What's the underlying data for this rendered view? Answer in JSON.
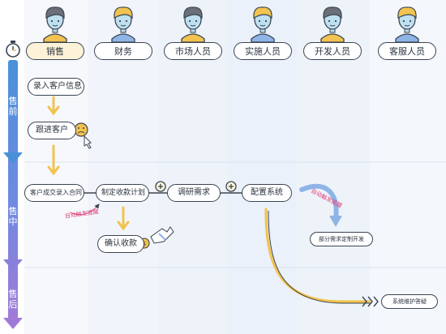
{
  "roles": [
    {
      "name": "销售",
      "hair_color": "#6a6f78"
    },
    {
      "name": "财务",
      "hair_color": "#f2c350"
    },
    {
      "name": "市场人员",
      "hair_color": "#6a6f78"
    },
    {
      "name": "实施人员",
      "hair_color": "#f2c350"
    },
    {
      "name": "开发人员",
      "hair_color": "#6a6f78"
    },
    {
      "name": "客服人员",
      "hair_color": "#f2c350"
    }
  ],
  "phases": [
    {
      "label": "售前"
    },
    {
      "label": "售中"
    },
    {
      "label": "售后"
    }
  ],
  "nodes": {
    "record_info": "录入客户信息",
    "follow_up": "跟进客户",
    "deal": "客户成交录入合同",
    "payment_plan": "制定收款计划",
    "research": "调研需求",
    "config": "配置系统",
    "confirm_payment": "确认收款",
    "custom_dev": "部分需求定制开发",
    "maintenance": "系统维护答疑"
  },
  "notes": {
    "auto_notify_1": "自动触发提醒",
    "auto_notify_2": "自动触发提醒"
  },
  "colors": {
    "accent_yellow": "#f2c350",
    "timeline_blue": "#4a90d9",
    "timeline_purple": "#a07ad8",
    "note_pink": "#e0447a",
    "outline": "#3a4452"
  },
  "icons": [
    "stopwatch-icon",
    "frown-face-icon",
    "hand-cursor-icon",
    "coin-hand-icon",
    "plus-icon"
  ]
}
